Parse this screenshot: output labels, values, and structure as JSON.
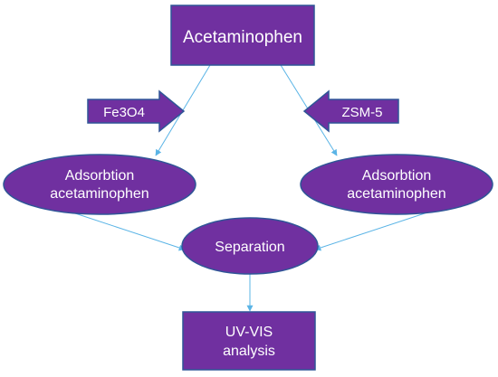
{
  "nodes": {
    "source": {
      "label": "Acetaminophen"
    },
    "adsorb_left": {
      "line1": "Adsorbtion",
      "line2": "acetaminophen"
    },
    "adsorb_right": {
      "line1": "Adsorbtion",
      "line2": "acetaminophen"
    },
    "separation": {
      "label": "Separation"
    },
    "analysis": {
      "line1": "UV-VIS",
      "line2": "analysis"
    }
  },
  "reagents": {
    "left": {
      "label": "Fe3O4"
    },
    "right": {
      "label": "ZSM-5"
    }
  },
  "colors": {
    "fill": "#7030a0",
    "border": "#2f5597",
    "connector": "#5ab4e6",
    "text": "#ffffff"
  }
}
